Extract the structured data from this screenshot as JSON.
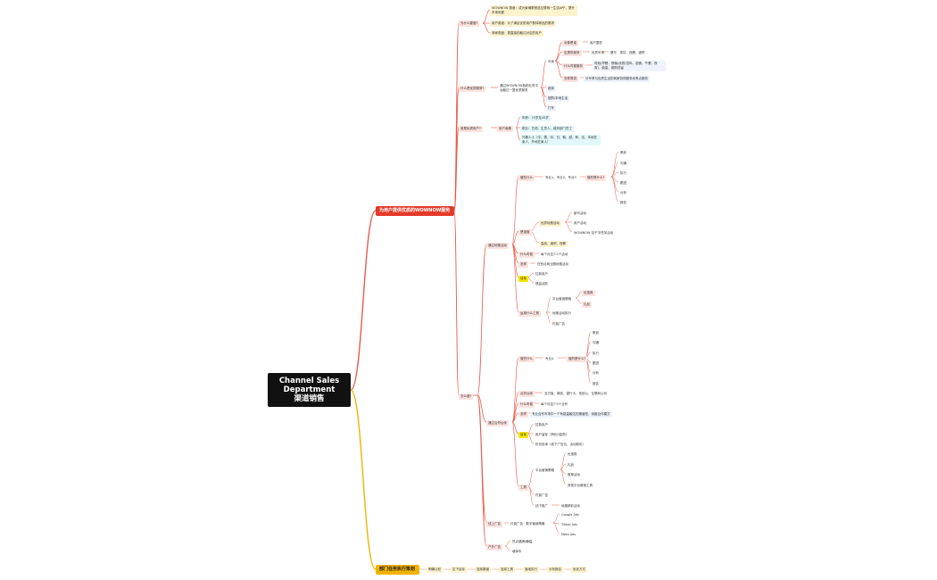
{
  "root": {
    "line1": "Channel Sales",
    "line2": "Department",
    "line3": "渠道销售"
  },
  "branch_main": "为用户提供优质的WOWNOW服务",
  "branch_exec": "部门任务执行策划",
  "why": {
    "label": "为什么要做?",
    "items": [
      "WOWNOW 角度：成为柬埔寨首选互联网一生活APP，提升市场份额",
      "用户角度：为了满足优质用户群体精品的需求",
      "商家角度：更直接的触达对应的用户"
    ]
  },
  "what": {
    "label": "什么是优质服务?",
    "sub": "通过WOWNOW各种业务平台触达一整优质服务",
    "waimai": "外卖",
    "targets": [
      "对象是谁",
      "应提供服务",
      "什么时候服务",
      "怎样提供"
    ],
    "target_vals": [
      "用户屋驻",
      "优质市场",
      "时段(早餐、夜晚)优质(饮料、甜食、午餐、夜宵)、能量、团购驻留",
      "分专享与优质生活的商家协同服务优享点服务"
    ],
    "quality_children": "餐厅、茶饮、西餐、酒吧",
    "others": [
      "超卖",
      "团购/本地生活",
      "打车"
    ]
  },
  "whoq": {
    "label": "谁是优质用户?",
    "sub": "用户画像",
    "items": [
      "年龄：25岁至45岁",
      "职业：白领、生意人、政府部门员工",
      "外籍人士（中、泰、印、日、韩、越、菲、法、本地在柬人、外地在柬人）"
    ]
  },
  "how": {
    "label": "怎么做?",
    "offline": "通过地推活动",
    "oxx": {
      "label": "做些什么",
      "sub": "专业1、专业2、专业3",
      "sub2": "做的是什么?",
      "items": [
        "策划",
        "沟通",
        "执行",
        "跟进",
        "分析",
        "报告"
      ]
    },
    "team": {
      "label": "是谁做",
      "sub": "优质地推活动",
      "items": [
        "新代活动",
        "用户活动",
        "WOWNOW 百千字任务活动"
      ],
      "sub2": "盒品、酒吧、西餐"
    },
    "when": {
      "label": "什么时候",
      "val": "每个月至少2个活动"
    },
    "where": {
      "label": "怎样",
      "val": "在西点商业圈地推活动"
    },
    "target": {
      "label": "目标",
      "items": [
        "拉新用户",
        "提高活跃"
      ]
    },
    "tools": {
      "label": "运用什么工具",
      "sub": "平台营销策略",
      "items": [
        "优惠券",
        "礼品"
      ],
      "more": [
        "地推活动执行",
        "付费广告"
      ]
    },
    "coop": {
      "label": "通过合作伙伴",
      "oxx": {
        "label": "做些什么",
        "sub": "专业A",
        "sub2": "做的是什么?",
        "items": [
          "策划",
          "沟通",
          "执行",
          "跟进",
          "分析",
          "报告"
        ]
      },
      "partners": {
        "label": "合作伙伴",
        "val": "支付宝、微信、银行卡、电信公、互联网公司"
      },
      "when": {
        "label": "什么时候",
        "val": "每个月至少3个合作"
      },
      "where": {
        "label": "怎样",
        "val": "专业合作市场中一个有能量触达的渠道型，深度合作模式"
      },
      "target": {
        "label": "目标",
        "items": [
          "拉新用户",
          "用户留存（转化0复购）",
          "折扣查询（线下广告位、活动转化）"
        ]
      },
      "tools": {
        "label": "工具",
        "sub": "平台营销策略",
        "items": [
          "优惠券",
          "礼品",
          "推荐活动",
          "其他平台营销工具"
        ],
        "more": [
          "付费广告",
          "线下推广"
        ],
        "more_val": "地推精彩活动"
      }
    },
    "online": {
      "label": "线上广告",
      "sub": "付费广告 · 数字营销策略",
      "items": [
        "Google Ads",
        "Tiktok Ads",
        "Meta Ads"
      ]
    },
    "outdoor": {
      "label": "户外广告",
      "items": [
        "热点路牌/横幅",
        "墙体车"
      ]
    }
  },
  "exec_chain": [
    "明确认知",
    "定下目标",
    "选择渠道",
    "选择工具",
    "落地执行",
    "分析报告",
    "优化方式"
  ]
}
